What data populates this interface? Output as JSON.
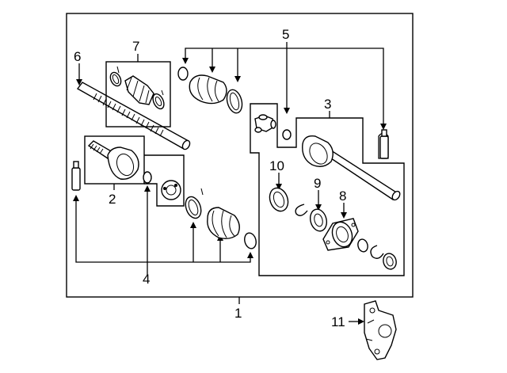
{
  "callouts": {
    "c1": "1",
    "c2": "2",
    "c3": "3",
    "c4": "4",
    "c5": "5",
    "c6": "6",
    "c7": "7",
    "c8": "8",
    "c9": "9",
    "c10": "10",
    "c11": "11"
  },
  "parts": [
    {
      "ref": "1",
      "name": "axle-assembly"
    },
    {
      "ref": "2",
      "name": "outer-joint"
    },
    {
      "ref": "3",
      "name": "inner-joint"
    },
    {
      "ref": "4",
      "name": "outer-boot"
    },
    {
      "ref": "5",
      "name": "inner-boot"
    },
    {
      "ref": "6",
      "name": "shaft"
    },
    {
      "ref": "7",
      "name": "boot-kit"
    },
    {
      "ref": "8",
      "name": "bearing"
    },
    {
      "ref": "9",
      "name": "seal"
    },
    {
      "ref": "10",
      "name": "dust-seal"
    },
    {
      "ref": "11",
      "name": "bracket"
    }
  ]
}
